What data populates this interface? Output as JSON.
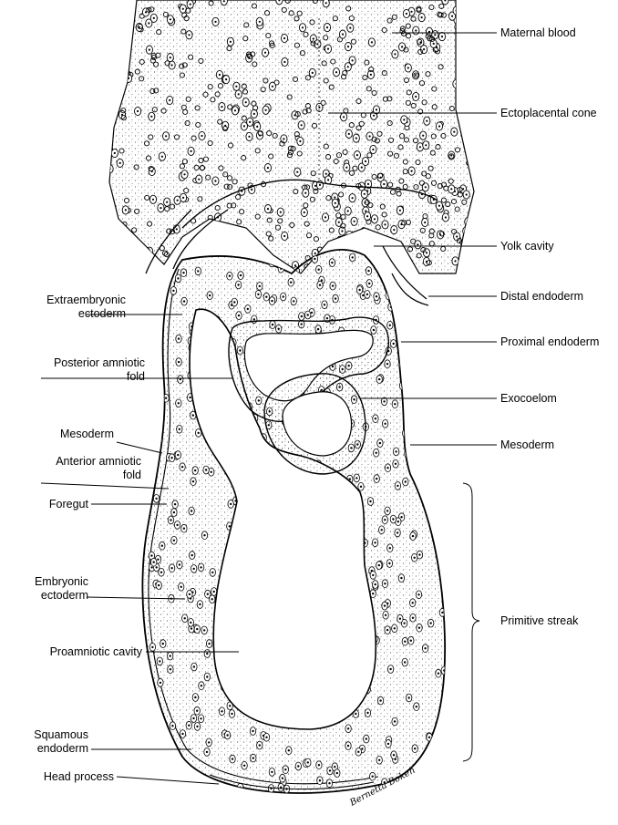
{
  "labels_right": {
    "maternal_blood": "Maternal blood",
    "ectoplacental_cone": "Ectoplacental cone",
    "yolk_cavity": "Yolk cavity",
    "distal_endoderm": "Distal endoderm",
    "proximal_endoderm": "Proximal endoderm",
    "exocoelom": "Exocoelom",
    "mesoderm": "Mesoderm",
    "primitive_streak": "Primitive streak"
  },
  "labels_left": {
    "extraembryonic_1": "Extraembryonic",
    "extraembryonic_2": "ectoderm",
    "posterior_amniotic_1": "Posterior amniotic",
    "posterior_amniotic_2": "fold",
    "mesoderm": "Mesoderm",
    "anterior_amniotic_1": "Anterior amniotic",
    "anterior_amniotic_2": "fold",
    "foregut": "Foregut",
    "embryonic_ectoderm_1": "Embryonic",
    "embryonic_ectoderm_2": "ectoderm",
    "proamniotic_cavity": "Proamniotic cavity",
    "squamous_endoderm_1": "Squamous",
    "squamous_endoderm_2": "endoderm",
    "head_process": "Head process"
  },
  "signature": "Bernetta Boken"
}
